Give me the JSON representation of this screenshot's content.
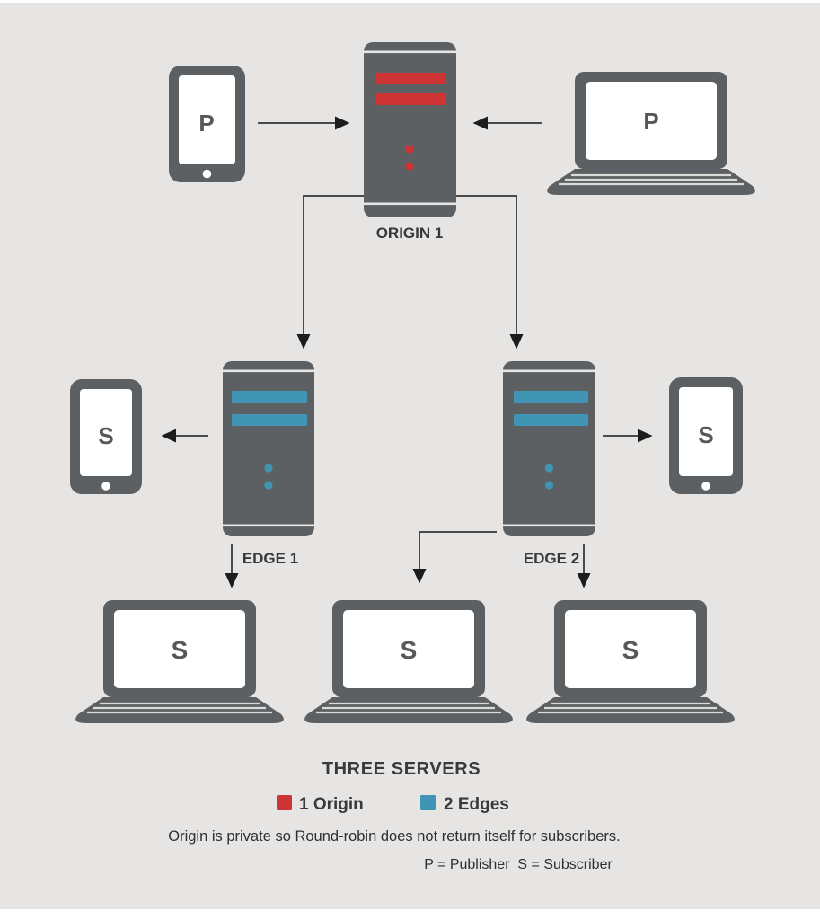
{
  "colors": {
    "background": "#e6e5e4",
    "device_gray": "#5d6062",
    "origin_red": "#cd3433",
    "edge_teal": "#4095b4",
    "letter_gray": "#55575a",
    "line_gray": "#4a4a4a",
    "arrow_black": "#1c1c1c"
  },
  "nodes": {
    "publisher_tablet": {
      "letter": "P"
    },
    "publisher_laptop": {
      "letter": "P"
    },
    "origin_server": {
      "label": "ORIGIN 1"
    },
    "edge1_server": {
      "label": "EDGE 1"
    },
    "edge2_server": {
      "label": "EDGE 2"
    },
    "subscriber_tablet_left": {
      "letter": "S"
    },
    "subscriber_tablet_right": {
      "letter": "S"
    },
    "subscriber_laptop_left": {
      "letter": "S"
    },
    "subscriber_laptop_middle": {
      "letter": "S"
    },
    "subscriber_laptop_right": {
      "letter": "S"
    }
  },
  "caption": {
    "title": "THREE SERVERS",
    "legend": [
      {
        "label": "1 Origin",
        "color": "#cd3433"
      },
      {
        "label": "2 Edges",
        "color": "#4095b4"
      }
    ],
    "note": "Origin is private so Round-robin does not return itself for subscribers.",
    "key": "P = Publisher  S = Subscriber"
  }
}
